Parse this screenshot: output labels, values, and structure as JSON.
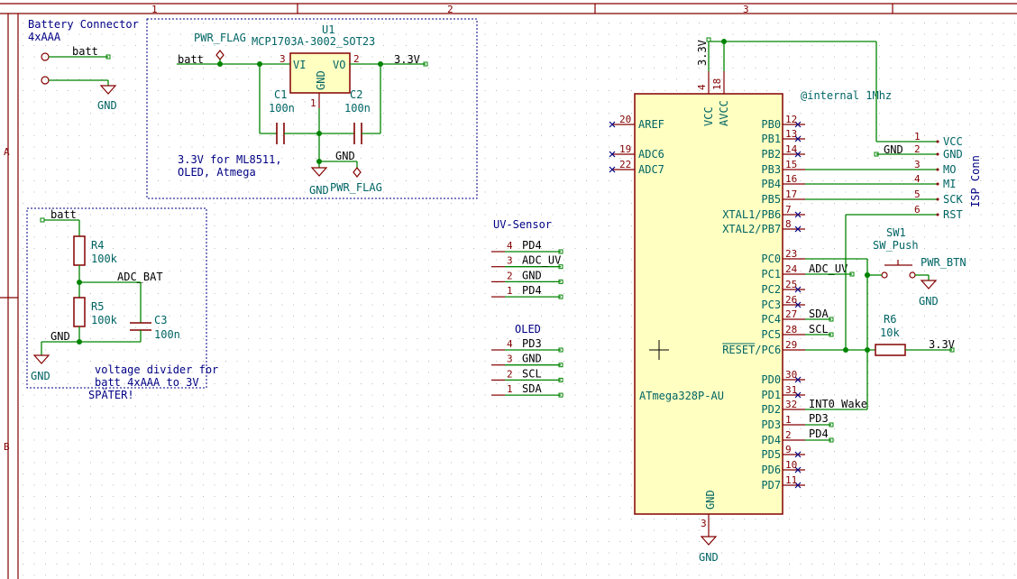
{
  "frame": {
    "columns": [
      "1",
      "2",
      "3"
    ],
    "rows": [
      "A",
      "B"
    ]
  },
  "battery": {
    "title": "Battery Connector",
    "subtitle": "4xAAA",
    "net_batt": "batt",
    "gnd": "GND"
  },
  "regulator": {
    "ref": "U1",
    "value": "MCP1703A-3002_SOT23",
    "pwr_flag_top": "PWR_FLAG",
    "pwr_flag_bottom": "PWR_FLAG",
    "net_in": "batt",
    "net_out": "3.3V",
    "pin_vi": "VI",
    "pin_vo": "VO",
    "pin_gnd": "GND",
    "pin_num_vi": "3",
    "pin_num_vo": "2",
    "pin_num_gnd": "1",
    "c1_ref": "C1",
    "c1_val": "100n",
    "c2_ref": "C2",
    "c2_val": "100n",
    "gnd_label": "GND",
    "gnd_symbol": "GND",
    "note_line1": "3.3V for ML8511,",
    "note_line2": "OLED, Atmega"
  },
  "divider": {
    "net_batt": "batt",
    "r4_ref": "R4",
    "r4_val": "100k",
    "r5_ref": "R5",
    "r5_val": "100k",
    "c3_ref": "C3",
    "c3_val": "100n",
    "net_adc": "ADC_BAT",
    "gnd_label": "GND",
    "gnd_symbol": "GND",
    "note_line1": "voltage divider for",
    "note_line2": "batt 4xAAA to 3V",
    "note_line3": "SPÄTER!"
  },
  "uv_sensor": {
    "title": "UV-Sensor",
    "pins": [
      {
        "num": "4",
        "net": "PD4"
      },
      {
        "num": "3",
        "net": "ADC_UV"
      },
      {
        "num": "2",
        "net": "GND"
      },
      {
        "num": "1",
        "net": "PD4"
      }
    ]
  },
  "oled": {
    "title": "OLED",
    "pins": [
      {
        "num": "4",
        "net": "PD3"
      },
      {
        "num": "3",
        "net": "GND"
      },
      {
        "num": "2",
        "net": "SCL"
      },
      {
        "num": "1",
        "net": "SDA"
      }
    ]
  },
  "mcu": {
    "ref": "ATmega328P-AU",
    "vcc_net": "3.3V",
    "clock_note": "@internal 1Mhz",
    "top_pins": [
      {
        "num": "4",
        "name": "VCC"
      },
      {
        "num": "18",
        "name": "AVCC"
      }
    ],
    "left_pins": [
      {
        "num": "20",
        "name": "AREF"
      },
      {
        "num": "19",
        "name": "ADC6"
      },
      {
        "num": "22",
        "name": "ADC7"
      }
    ],
    "right_pins": [
      {
        "num": "12",
        "name": "PB0"
      },
      {
        "num": "13",
        "name": "PB1"
      },
      {
        "num": "14",
        "name": "PB2"
      },
      {
        "num": "15",
        "name": "PB3"
      },
      {
        "num": "16",
        "name": "PB4"
      },
      {
        "num": "17",
        "name": "PB5"
      },
      {
        "num": "7",
        "name": "XTAL1/PB6"
      },
      {
        "num": "8",
        "name": "XTAL2/PB7"
      },
      {
        "num": "23",
        "name": "PC0"
      },
      {
        "num": "24",
        "name": "PC1"
      },
      {
        "num": "25",
        "name": "PC2"
      },
      {
        "num": "26",
        "name": "PC3"
      },
      {
        "num": "27",
        "name": "PC4"
      },
      {
        "num": "28",
        "name": "PC5"
      },
      {
        "num": "29",
        "name": "RESET/PC6"
      },
      {
        "num": "30",
        "name": "PD0"
      },
      {
        "num": "31",
        "name": "PD1"
      },
      {
        "num": "32",
        "name": "PD2"
      },
      {
        "num": "1",
        "name": "PD3"
      },
      {
        "num": "2",
        "name": "PD4"
      },
      {
        "num": "9",
        "name": "PD5"
      },
      {
        "num": "10",
        "name": "PD6"
      },
      {
        "num": "11",
        "name": "PD7"
      }
    ],
    "bottom_pin": {
      "num": "3",
      "name": "GND"
    },
    "gnd_symbol": "GND",
    "net_adc_uv": "ADC_UV",
    "net_sda": "SDA",
    "net_scl": "SCL",
    "net_int0": "INT0 Wake",
    "net_pd3": "PD3",
    "net_pd4": "PD4"
  },
  "isp": {
    "title": "ISP Conn",
    "gnd_net": "GND",
    "pins": [
      {
        "num": "1",
        "name": "VCC"
      },
      {
        "num": "2",
        "name": "GND"
      },
      {
        "num": "3",
        "name": "MO"
      },
      {
        "num": "4",
        "name": "MI"
      },
      {
        "num": "5",
        "name": "SCK"
      },
      {
        "num": "6",
        "name": "RST"
      }
    ]
  },
  "switch": {
    "ref": "SW1",
    "value": "SW_Push",
    "label": "PWR_BTN",
    "gnd_symbol": "GND"
  },
  "reset_resistor": {
    "ref": "R6",
    "value": "10k",
    "net": "3.3V"
  }
}
